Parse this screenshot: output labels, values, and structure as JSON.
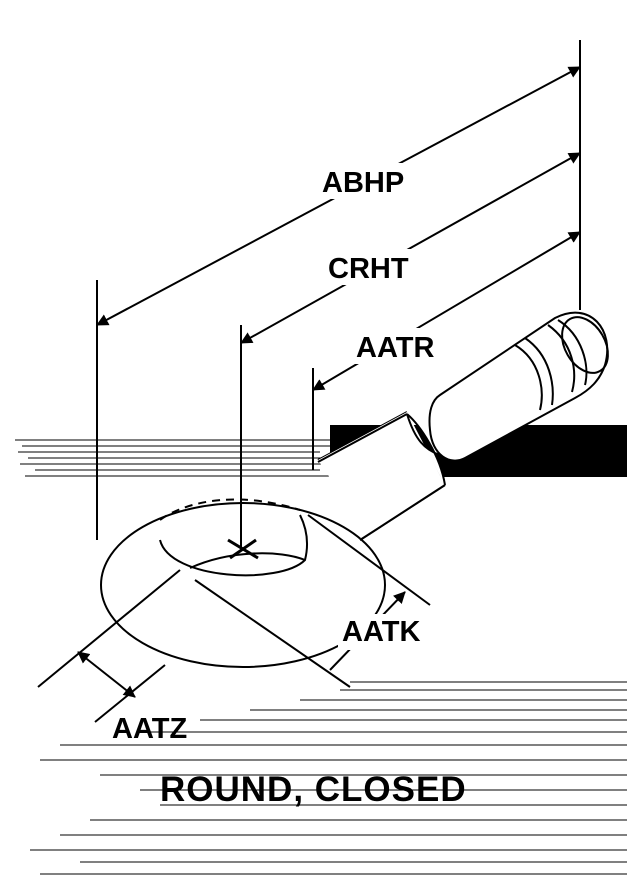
{
  "diagram": {
    "labels": {
      "abhp": "ABHP",
      "crht": "CRHT",
      "aatr": "AATR",
      "aatk": "AATK",
      "aatz": "AATZ"
    },
    "caption": "ROUND, CLOSED",
    "colors": {
      "ink": "#000000",
      "paper": "#ffffff"
    }
  }
}
